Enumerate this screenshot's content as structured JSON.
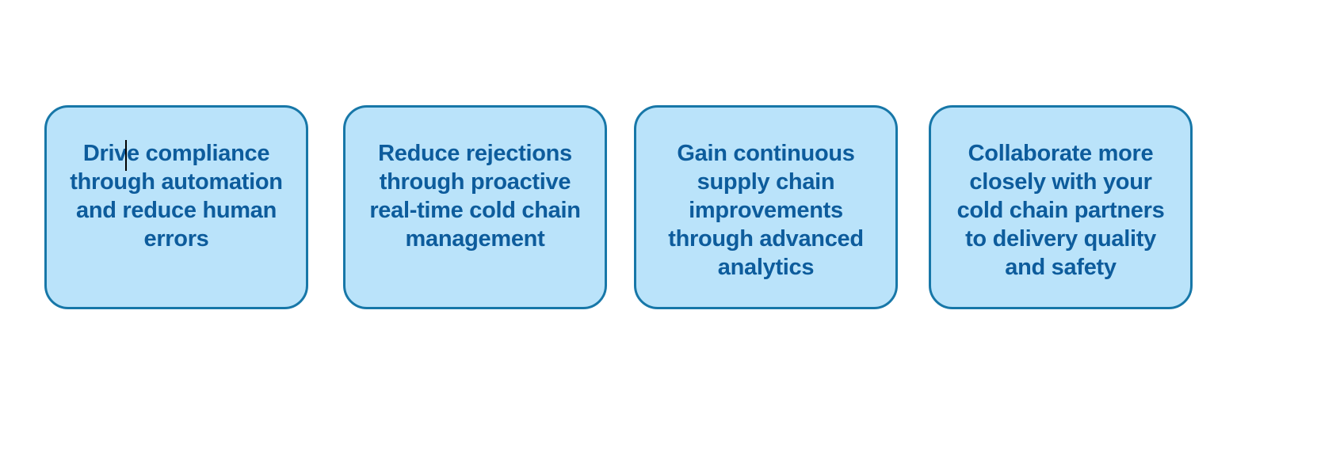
{
  "slide": {
    "background_color": "#ffffff",
    "colors": {
      "card_fill": "#bae3fa",
      "card_border": "#1777a8",
      "card_text": "#0d5c9c",
      "cursor": "#000000"
    },
    "cards": [
      {
        "text": "Drive compliance\nthrough automation\nand reduce human\nerrors",
        "editing": true
      },
      {
        "text": "Reduce rejections\nthrough proactive\nreal-time cold chain\nmanagement",
        "editing": false
      },
      {
        "text": "Gain continuous\nsupply chain\nimprovements\nthrough advanced\nanalytics",
        "editing": false
      },
      {
        "text": "Collaborate more\nclosely with your\ncold chain partners\nto delivery quality\nand safety",
        "editing": false
      }
    ]
  }
}
